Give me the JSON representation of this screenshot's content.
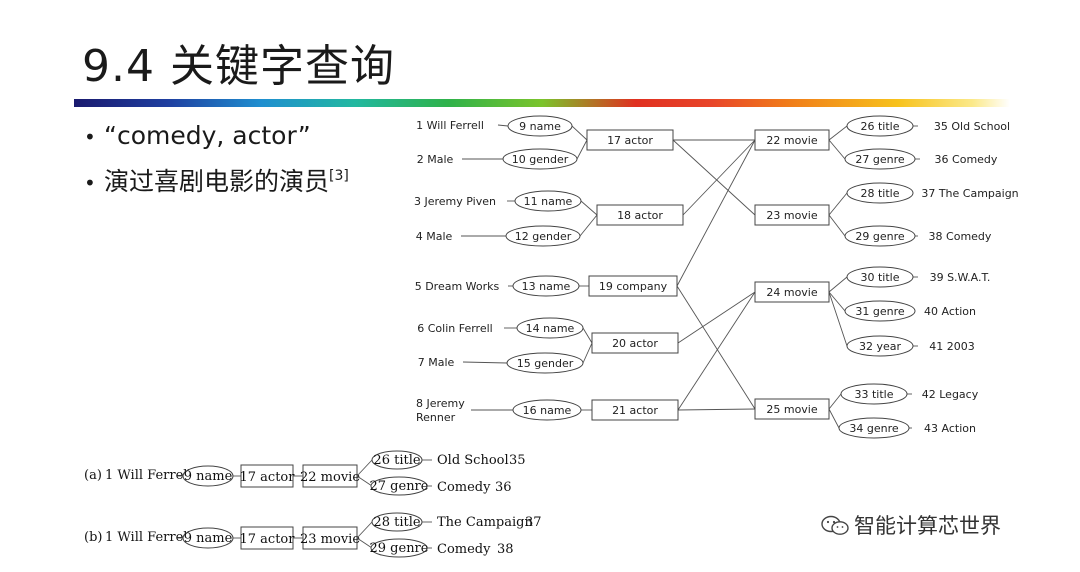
{
  "slide": {
    "title": "9.4 关键字查询",
    "bullets": [
      "“comedy, actor”",
      "演过喜剧电影的演员"
    ],
    "citation": "[3]"
  },
  "graph": {
    "nodes": [
      {
        "id": 1,
        "label": "1 Will Ferrell",
        "kind": "value"
      },
      {
        "id": 2,
        "label": "2 Male",
        "kind": "value"
      },
      {
        "id": 3,
        "label": "3 Jeremy Piven",
        "kind": "value"
      },
      {
        "id": 4,
        "label": "4 Male",
        "kind": "value"
      },
      {
        "id": 5,
        "label": "5 Dream Works",
        "kind": "value"
      },
      {
        "id": 6,
        "label": "6 Colin Ferrell",
        "kind": "value"
      },
      {
        "id": 7,
        "label": "7 Male",
        "kind": "value"
      },
      {
        "id": 8,
        "label": "8 Jeremy",
        "label2": "Renner",
        "kind": "value"
      },
      {
        "id": 9,
        "label": "9 name",
        "kind": "attr"
      },
      {
        "id": 10,
        "label": "10 gender",
        "kind": "attr"
      },
      {
        "id": 11,
        "label": "11 name",
        "kind": "attr"
      },
      {
        "id": 12,
        "label": "12 gender",
        "kind": "attr"
      },
      {
        "id": 13,
        "label": "13 name",
        "kind": "attr"
      },
      {
        "id": 14,
        "label": "14 name",
        "kind": "attr"
      },
      {
        "id": 15,
        "label": "15 gender",
        "kind": "attr"
      },
      {
        "id": 16,
        "label": "16 name",
        "kind": "attr"
      },
      {
        "id": 17,
        "label": "17 actor",
        "kind": "entity"
      },
      {
        "id": 18,
        "label": "18 actor",
        "kind": "entity"
      },
      {
        "id": 19,
        "label": "19 company",
        "kind": "entity"
      },
      {
        "id": 20,
        "label": "20 actor",
        "kind": "entity"
      },
      {
        "id": 21,
        "label": "21 actor",
        "kind": "entity"
      },
      {
        "id": 22,
        "label": "22 movie",
        "kind": "entity"
      },
      {
        "id": 23,
        "label": "23 movie",
        "kind": "entity"
      },
      {
        "id": 24,
        "label": "24 movie",
        "kind": "entity"
      },
      {
        "id": 25,
        "label": "25 movie",
        "kind": "entity"
      },
      {
        "id": 26,
        "label": "26 title",
        "kind": "attr"
      },
      {
        "id": 27,
        "label": "27 genre",
        "kind": "attr"
      },
      {
        "id": 28,
        "label": "28 title",
        "kind": "attr"
      },
      {
        "id": 29,
        "label": "29 genre",
        "kind": "attr"
      },
      {
        "id": 30,
        "label": "30 title",
        "kind": "attr"
      },
      {
        "id": 31,
        "label": "31 genre",
        "kind": "attr"
      },
      {
        "id": 32,
        "label": "32 year",
        "kind": "attr"
      },
      {
        "id": 33,
        "label": "33 title",
        "kind": "attr"
      },
      {
        "id": 34,
        "label": "34 genre",
        "kind": "attr"
      },
      {
        "id": 35,
        "label": "35 Old School",
        "kind": "value"
      },
      {
        "id": 36,
        "label": "36 Comedy",
        "kind": "value"
      },
      {
        "id": 37,
        "label": "37 The Campaign",
        "kind": "value"
      },
      {
        "id": 38,
        "label": "38 Comedy",
        "kind": "value"
      },
      {
        "id": 39,
        "label": "39 S.W.A.T.",
        "kind": "value"
      },
      {
        "id": 40,
        "label": "40 Action",
        "kind": "value"
      },
      {
        "id": 41,
        "label": "41 2003",
        "kind": "value"
      },
      {
        "id": 42,
        "label": "42 Legacy",
        "kind": "value"
      },
      {
        "id": 43,
        "label": "43 Action",
        "kind": "value"
      }
    ],
    "edges": [
      [
        1,
        9
      ],
      [
        9,
        17
      ],
      [
        2,
        10
      ],
      [
        10,
        17
      ],
      [
        3,
        11
      ],
      [
        11,
        18
      ],
      [
        4,
        12
      ],
      [
        12,
        18
      ],
      [
        5,
        13
      ],
      [
        13,
        19
      ],
      [
        6,
        14
      ],
      [
        14,
        20
      ],
      [
        7,
        15
      ],
      [
        15,
        20
      ],
      [
        8,
        16
      ],
      [
        16,
        21
      ],
      [
        17,
        22
      ],
      [
        17,
        23
      ],
      [
        18,
        22
      ],
      [
        19,
        22
      ],
      [
        19,
        25
      ],
      [
        20,
        24
      ],
      [
        21,
        24
      ],
      [
        21,
        25
      ],
      [
        22,
        26
      ],
      [
        26,
        35
      ],
      [
        22,
        27
      ],
      [
        27,
        36
      ],
      [
        23,
        28
      ],
      [
        28,
        37
      ],
      [
        23,
        29
      ],
      [
        29,
        38
      ],
      [
        24,
        30
      ],
      [
        30,
        39
      ],
      [
        24,
        31
      ],
      [
        31,
        40
      ],
      [
        24,
        32
      ],
      [
        32,
        41
      ],
      [
        25,
        33
      ],
      [
        33,
        42
      ],
      [
        25,
        34
      ],
      [
        34,
        43
      ]
    ]
  },
  "answers": [
    {
      "tag": "(a)",
      "value": "1  Will Ferrell",
      "name_attr": "9 name",
      "actor": "17 actor",
      "movie": "22 movie",
      "title_attr": "26 title",
      "genre_attr": "27 genre",
      "title_val": "Old School",
      "title_id": "35",
      "genre_val": "Comedy",
      "genre_id": "36"
    },
    {
      "tag": "(b)",
      "value": "1  Will Ferrell",
      "name_attr": "9 name",
      "actor": "17 actor",
      "movie": "23 movie",
      "title_attr": "28 title",
      "genre_attr": "29 genre",
      "title_val": "The Campaign",
      "title_id": "37",
      "genre_val": "Comedy",
      "genre_id": "38"
    }
  ],
  "watermark": {
    "text": "智能计算芯世界",
    "icon": "wechat-icon"
  }
}
